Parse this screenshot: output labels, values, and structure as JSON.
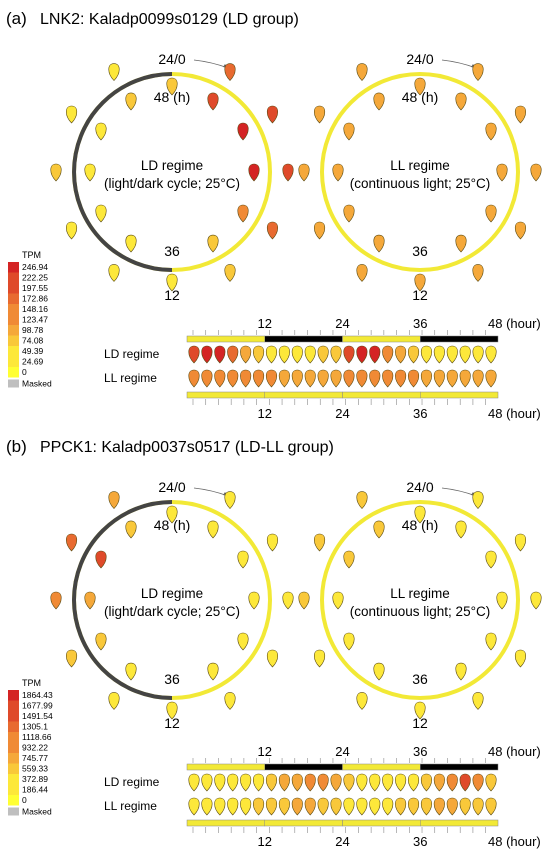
{
  "colors": {
    "ramp": [
      "#ffff33",
      "#fde83a",
      "#f9c83a",
      "#f5a83a",
      "#f08a35",
      "#e86a30",
      "#df4a2a",
      "#d42424"
    ],
    "ring_light": "#f2e936",
    "ring_dark": "#444444",
    "masked": "#bfbfbf",
    "bar_light": "#f2e936",
    "bar_dark": "#000000"
  },
  "panels": [
    {
      "tag": "(a)",
      "title": "LNK2: Kaladp0099s0129 (LD group)",
      "top_label": "24/0",
      "inner_label": "48 (h)",
      "bottom_inner_label": "36",
      "bottom_outer_label": "12",
      "rings": [
        {
          "line1": "LD regime",
          "line2": "(light/dark cycle; 25°C)",
          "dark_side": "left"
        },
        {
          "line1": "LL regime",
          "line2": "(continuous light; 25°C)",
          "dark_side": "none"
        }
      ],
      "legend": {
        "title": "TPM",
        "ticks": [
          "246.94",
          "222.25",
          "197.55",
          "172.86",
          "148.16",
          "123.47",
          "98.78",
          "74.08",
          "49.39",
          "24.69",
          "0"
        ],
        "masked": "Masked"
      },
      "timeline": {
        "ticks": [
          "12",
          "24",
          "36",
          "48 (hour)"
        ],
        "top_bar": [
          "light",
          "dark",
          "light",
          "dark"
        ],
        "bottom_bar": [
          "light",
          "light",
          "light",
          "light"
        ],
        "rows": [
          {
            "label": "LD regime",
            "levels": [
              6,
              7,
              7,
              5,
              3,
              2,
              1,
              1,
              1,
              1,
              2,
              2,
              6,
              7,
              7,
              4,
              3,
              2,
              1,
              1,
              1,
              1,
              1,
              1
            ]
          },
          {
            "label": "LL regime",
            "levels": [
              4,
              4,
              4,
              4,
              4,
              4,
              4,
              3,
              3,
              3,
              3,
              3,
              4,
              4,
              4,
              4,
              4,
              4,
              3,
              3,
              3,
              3,
              3,
              3
            ]
          }
        ]
      }
    },
    {
      "tag": "(b)",
      "title": "PPCK1: Kaladp0037s0517 (LD-LL group)",
      "top_label": "24/0",
      "inner_label": "48 (h)",
      "bottom_inner_label": "36",
      "bottom_outer_label": "12",
      "rings": [
        {
          "line1": "LD regime",
          "line2": "(light/dark cycle; 25°C)",
          "dark_side": "left"
        },
        {
          "line1": "LL regime",
          "line2": "(continuous light; 25°C)",
          "dark_side": "none"
        }
      ],
      "legend": {
        "title": "TPM",
        "ticks": [
          "1864.43",
          "1677.99",
          "1491.54",
          "1305.1",
          "1118.66",
          "932.22",
          "745.77",
          "559.33",
          "372.89",
          "186.44",
          "0"
        ],
        "masked": "Masked"
      },
      "timeline": {
        "ticks": [
          "12",
          "24",
          "36",
          "48 (hour)"
        ],
        "top_bar": [
          "light",
          "dark",
          "light",
          "dark"
        ],
        "bottom_bar": [
          "light",
          "light",
          "light",
          "light"
        ],
        "rows": [
          {
            "label": "LD regime",
            "levels": [
              1,
              1,
              1,
              1,
              1,
              1,
              2,
              3,
              3,
              4,
              4,
              3,
              2,
              1,
              1,
              1,
              1,
              1,
              2,
              3,
              4,
              6,
              4,
              2
            ]
          },
          {
            "label": "LL regime",
            "levels": [
              1,
              1,
              1,
              1,
              1,
              2,
              2,
              2,
              3,
              3,
              2,
              2,
              1,
              1,
              1,
              1,
              2,
              2,
              2,
              3,
              3,
              2,
              2,
              2
            ]
          }
        ]
      }
    }
  ]
}
